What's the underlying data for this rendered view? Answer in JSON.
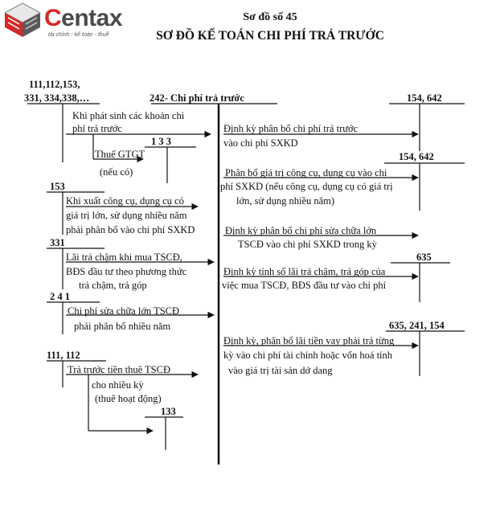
{
  "logo": {
    "initial": "C",
    "rest": "entax",
    "tagline": "tài chính - kế toán - thuế"
  },
  "header": {
    "subtitle": "Sơ đồ số 45",
    "title": "SƠ ĐỒ KẾ TOÁN CHI PHÍ TRẢ TRƯỚC"
  },
  "accounts": {
    "source_top_1": "111,112,153,",
    "source_top_2": "331, 334,338,…",
    "center": "242- Chi phí trả trước",
    "right_1": "154, 642",
    "acc_133_a": "1 3 3",
    "right_2": "154, 642",
    "acc_153": "153",
    "acc_331": "331",
    "acc_635": "635",
    "acc_241": "2 4 1",
    "right_3": "635, 241, 154",
    "acc_111_112": "111, 112",
    "acc_133_b": "133"
  },
  "left_entries": {
    "e1_line1": "Khi phát sinh các khoản chi",
    "e1_line2": "phí trả trước",
    "e1_vat_line1": "Thuế GTGT",
    "e1_vat_line2": "(nếu có)",
    "e2_line1": "Khi xuất công cụ, dụng cụ có",
    "e2_line2": "giá trị lớn, sử dụng nhiều năm",
    "e2_line3": "phải phân bổ vào chi phí SXKD",
    "e3_line1": "Lãi trả chậm khi mua TSCĐ,",
    "e3_line2": "BĐS đầu tư theo phương thức",
    "e3_line3": "trả chậm, trả góp",
    "e4_line1": "Chi phí sửa chữa lớn TSCĐ",
    "e4_line2": "phải phân bổ nhiều năm",
    "e5_line1": "Trả trước tiền thuê TSCĐ",
    "e5_line2": "cho nhiều kỳ",
    "e5_line3": "(thuê hoạt động)"
  },
  "right_entries": {
    "r1_line1": "Định kỳ phân bổ chi phí trả trước",
    "r1_line2": "vào chi phí SXKD",
    "r2_line1": "Phân bổ giá trị công cụ, dụng cụ vào chi",
    "r2_line2": "phí SXKD (nếu công cụ, dụng cụ có giá trị",
    "r2_line3": "lớn, sử dụng nhiều năm)",
    "r3_line1": "Định kỳ phân bổ chi phí sửa chữa lớn",
    "r3_line2": "TSCĐ vào chi phí SXKD trong kỳ",
    "r4_line1": "Định kỳ tính số lãi trả chậm, trả góp của",
    "r4_line2": "việc mua TSCĐ, BĐS đầu tư vào chi phí",
    "r5_line1": "Định kỳ, phân bổ lãi tiền vay phải trả từng",
    "r5_line2": "kỳ vào chi phí tài chính hoặc vốn hoá tính",
    "r5_line3": "vào giá trị tài sản dở dang"
  },
  "colors": {
    "logo_red": "#d42a2a",
    "logo_gray": "#4a4a4a",
    "ink": "#111111"
  }
}
